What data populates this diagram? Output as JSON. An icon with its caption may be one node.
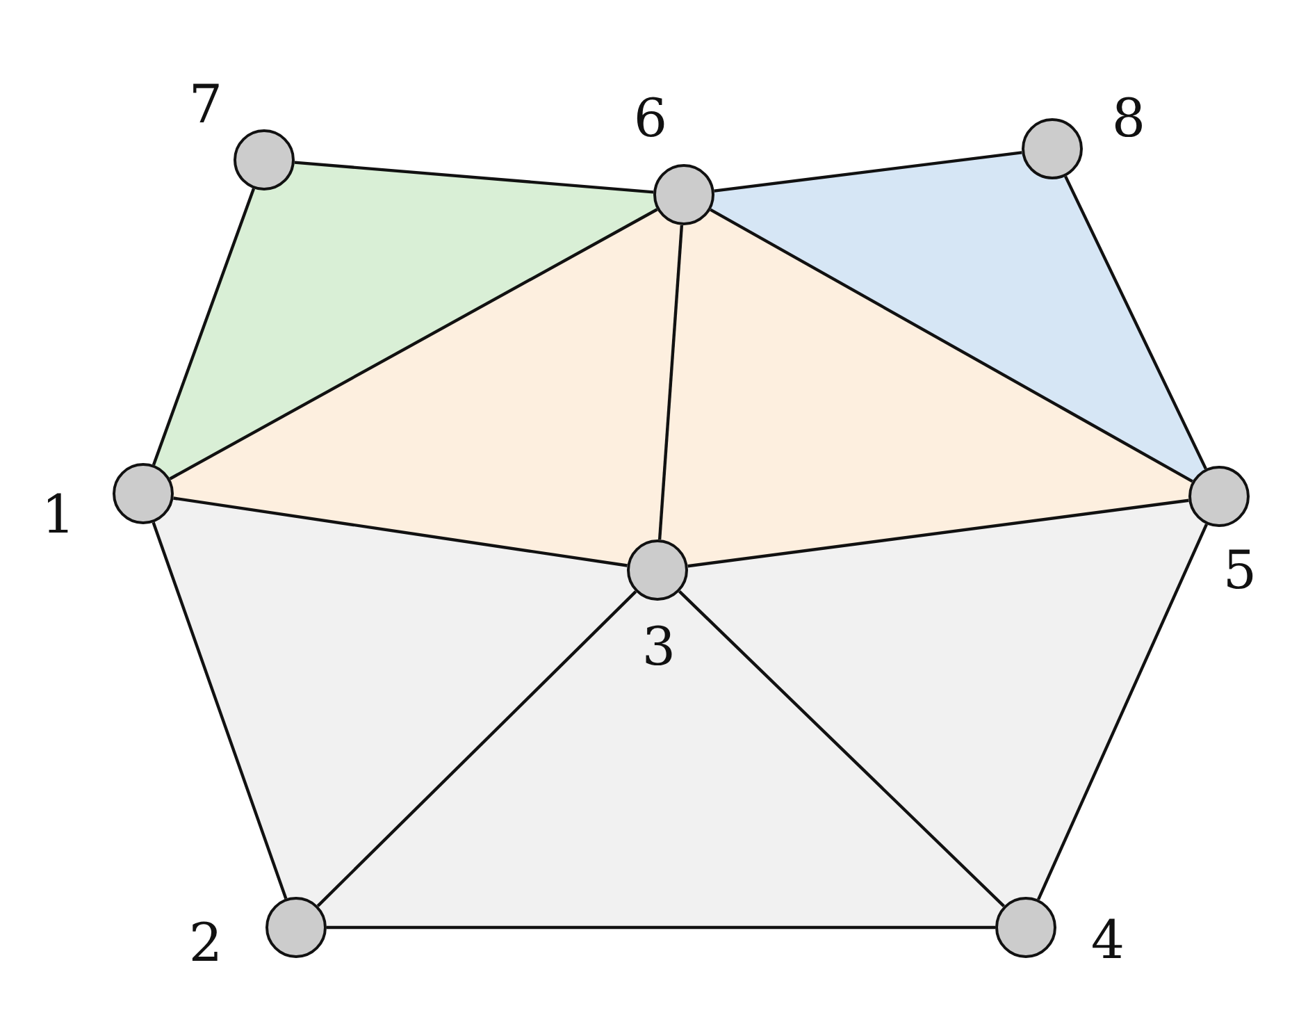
{
  "diagram": {
    "nodes": [
      {
        "text": [],
        "shape": "circle",
        "beside": [
          "1"
        ]
      },
      {
        "text": [],
        "shape": "circle",
        "beside": [
          "2"
        ]
      },
      {
        "text": [],
        "shape": "circle",
        "beside": [
          "3"
        ]
      },
      {
        "text": [],
        "shape": "circle",
        "beside": [
          "4"
        ]
      },
      {
        "text": [],
        "shape": "circle",
        "beside": [
          "5"
        ]
      },
      {
        "text": [],
        "shape": "circle",
        "beside": [
          "6"
        ]
      },
      {
        "text": [],
        "shape": "circle",
        "beside": [
          "7"
        ]
      },
      {
        "text": [],
        "shape": "circle",
        "beside": [
          "8"
        ]
      }
    ],
    "edges": [
      {
        "from": 0,
        "to": 6,
        "arrow": "none"
      },
      {
        "from": 6,
        "to": 5,
        "arrow": "none"
      },
      {
        "from": 5,
        "to": 7,
        "arrow": "none"
      },
      {
        "from": 7,
        "to": 4,
        "arrow": "none"
      },
      {
        "from": 0,
        "to": 5,
        "arrow": "none"
      },
      {
        "from": 5,
        "to": 2,
        "arrow": "none"
      },
      {
        "from": 5,
        "to": 4,
        "arrow": "none"
      },
      {
        "from": 0,
        "to": 2,
        "arrow": "none"
      },
      {
        "from": 2,
        "to": 4,
        "arrow": "none"
      },
      {
        "from": 0,
        "to": 1,
        "arrow": "none"
      },
      {
        "from": 1,
        "to": 2,
        "arrow": "none"
      },
      {
        "from": 2,
        "to": 3,
        "arrow": "none"
      },
      {
        "from": 1,
        "to": 3,
        "arrow": "none"
      },
      {
        "from": 3,
        "to": 4,
        "arrow": "none"
      }
    ]
  }
}
